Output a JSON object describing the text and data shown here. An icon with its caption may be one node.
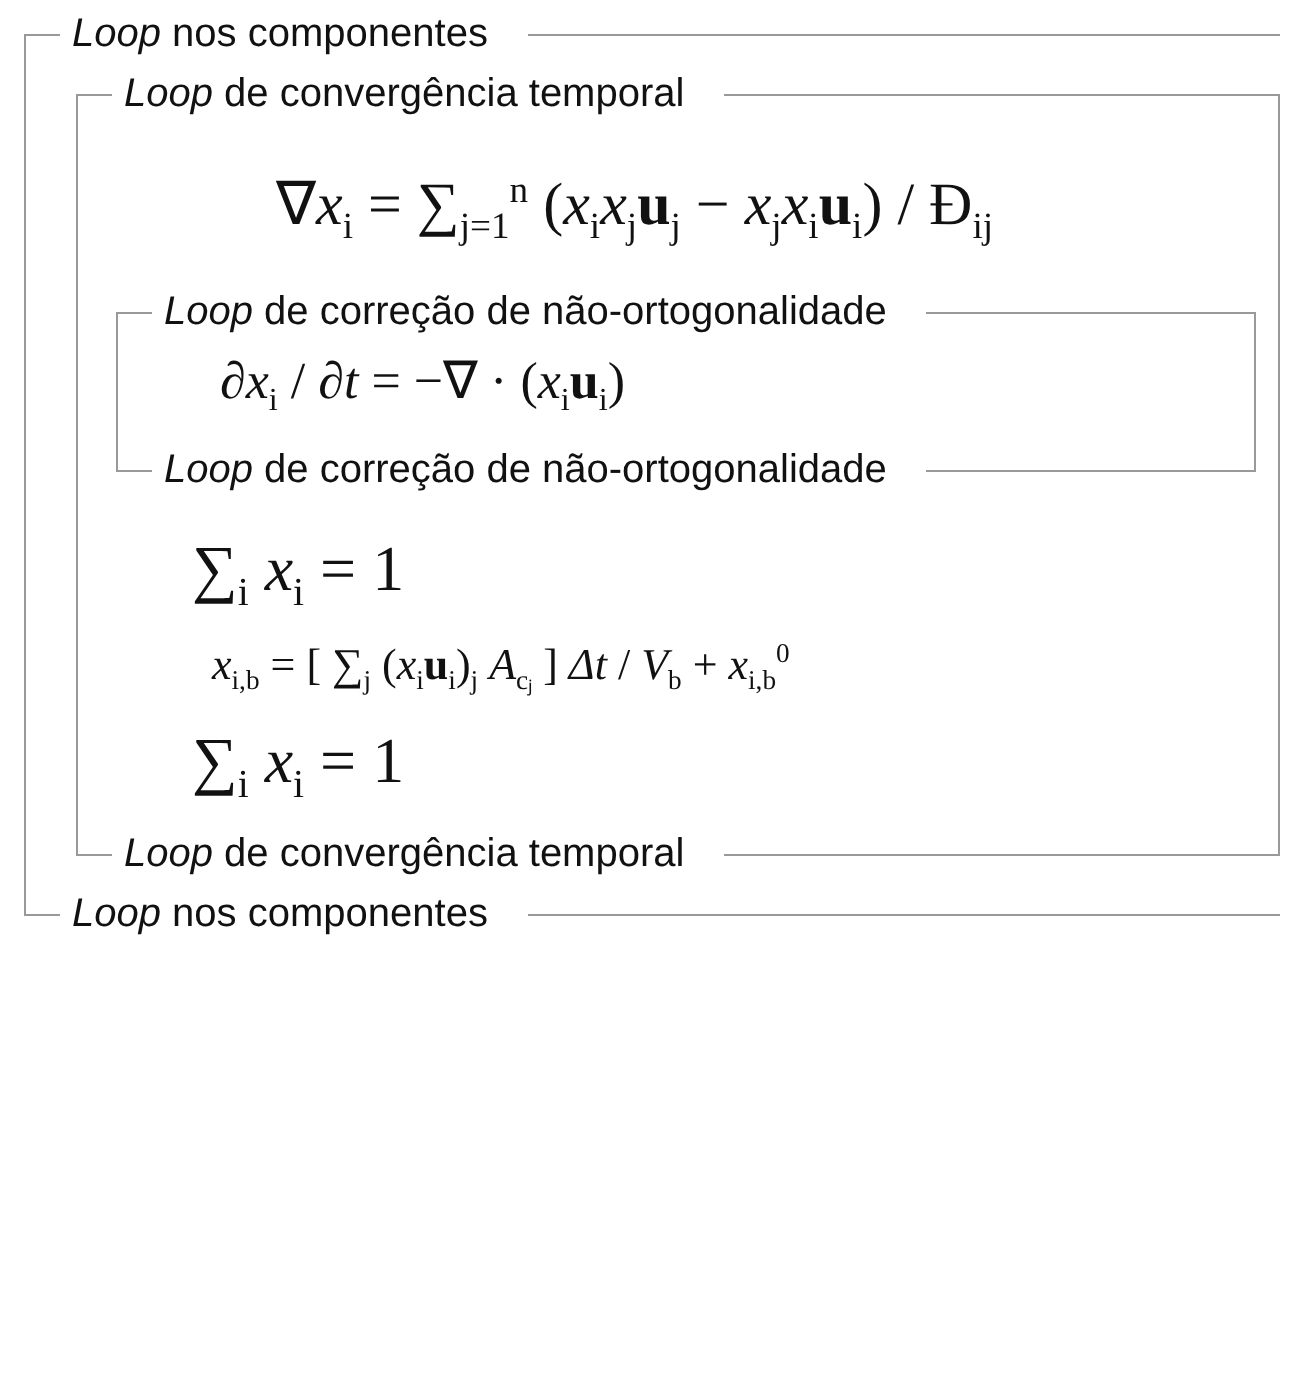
{
  "diagram": {
    "nodes": [
      {
        "text": [
          "*Loop* nos componentes",
          "*Loop* nos componentes"
        ]
      },
      {
        "text": [
          "*Loop* de convergência temporal",
          "*Loop* de convergência temporal"
        ],
        "in": 0
      },
      {
        "text": [
          "*Loop* de correção de não-ortogonalidade",
          "*Loop* de correção de não-ortogonalidade"
        ],
        "in": 1
      }
    ],
    "labels": [
      "∇*x*$_{i}$ = ∑$_{j=1}$$^{n}$ (*x*$_{i}$*x*$_{j}$**u**$_{j}$ − *x*$_{j}$*x*$_{i}$**u**$_{i}$) / Đ$_{ij}$",
      "∂*x*$_{i}$ / ∂*t* = −∇ · (*x*$_{i}$**u**$_{i}$)",
      "∑$_{i}$ *x*$_{i}$ = 1",
      "*x*$_{i,b}$ = [ ∑$_{j}$ (*x*$_{i}$**u**$_{i}$)$_{j}$ *A*$_{cⱼ}$ ] *Δt* / *V*$_{b}$ + *x*$_{i,b}$$^{0}$",
      "∑$_{i}$ *x*$_{i}$ = 1"
    ]
  }
}
